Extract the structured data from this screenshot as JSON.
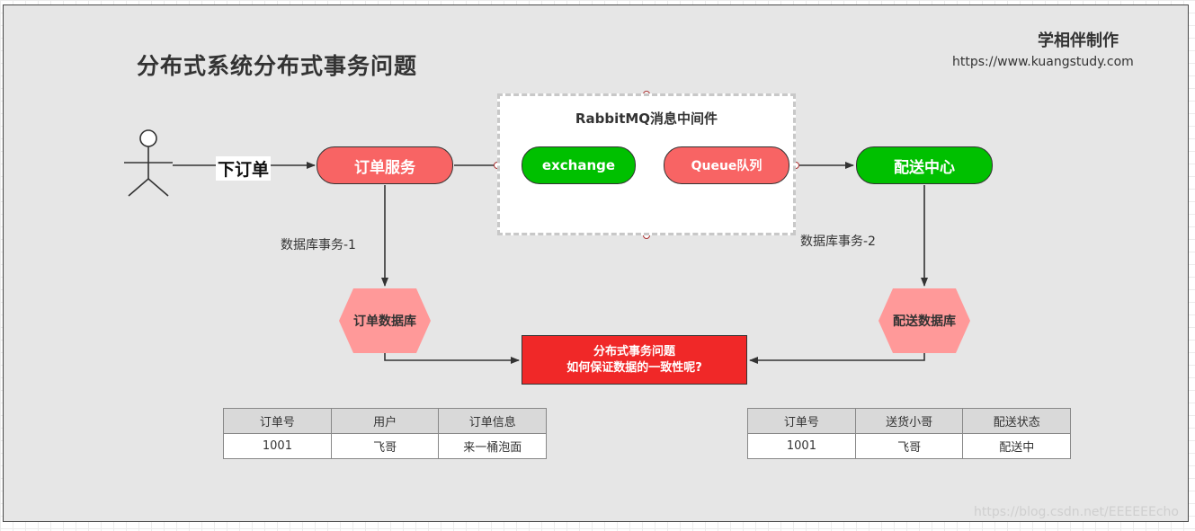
{
  "diagram": {
    "title": "分布式系统分布式事务问题",
    "author": "学相伴制作",
    "url": "https://www.kuangstudy.com",
    "edge_order": "下订单",
    "order_service": "订单服务",
    "mq_title": "RabbitMQ消息中间件",
    "exchange": "exchange",
    "queue": "Queue队列",
    "delivery_center": "配送中心",
    "tx1": "数据库事务-1",
    "tx2": "数据库事务-2",
    "order_db": "订单数据库",
    "delivery_db": "配送数据库",
    "problem_line1": "分布式事务问题",
    "problem_line2": "如何保证数据的一致性呢?",
    "watermark": "https://blog.csdn.net/EEEEEEcho",
    "colors": {
      "service_red": "#f86464",
      "node_green": "#00c000",
      "db_pink": "#ff9999",
      "problem_red": "#f02828"
    }
  },
  "order_table": {
    "headers": [
      "订单号",
      "用户",
      "订单信息"
    ],
    "row": [
      "1001",
      "飞哥",
      "来一桶泡面"
    ]
  },
  "delivery_table": {
    "headers": [
      "订单号",
      "送货小哥",
      "配送状态"
    ],
    "row": [
      "1001",
      "飞哥",
      "配送中"
    ]
  }
}
